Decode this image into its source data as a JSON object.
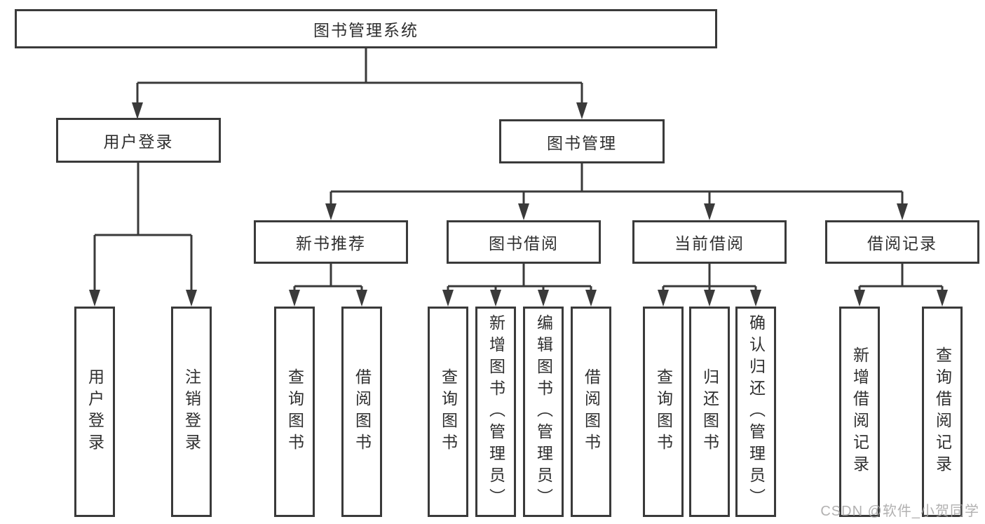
{
  "tree": {
    "label": "图书管理系统",
    "children": [
      {
        "label": "用户登录",
        "children": [
          {
            "label": "用户登录"
          },
          {
            "label": "注销登录"
          }
        ]
      },
      {
        "label": "图书管理",
        "children": [
          {
            "label": "新书推荐",
            "children": [
              {
                "label": "查询图书"
              },
              {
                "label": "借阅图书"
              }
            ]
          },
          {
            "label": "图书借阅",
            "children": [
              {
                "label": "查询图书"
              },
              {
                "label": "新增图书（管理员）"
              },
              {
                "label": "编辑图书（管理员）"
              },
              {
                "label": "借阅图书"
              }
            ]
          },
          {
            "label": "当前借阅",
            "children": [
              {
                "label": "查询图书"
              },
              {
                "label": "归还图书"
              },
              {
                "label": "确认归还（管理员）"
              }
            ]
          },
          {
            "label": "借阅记录",
            "children": [
              {
                "label": "新增借阅记录"
              },
              {
                "label": "查询借阅记录"
              }
            ]
          }
        ]
      }
    ]
  },
  "watermark": {
    "text": "CSDN @软件_小贺同学",
    "color": "#a5a3a3"
  },
  "colors": {
    "line": "#3a3a3a",
    "box_border": "#3a3a3a",
    "text": "#2f2f2f",
    "background": "#ffffff"
  }
}
